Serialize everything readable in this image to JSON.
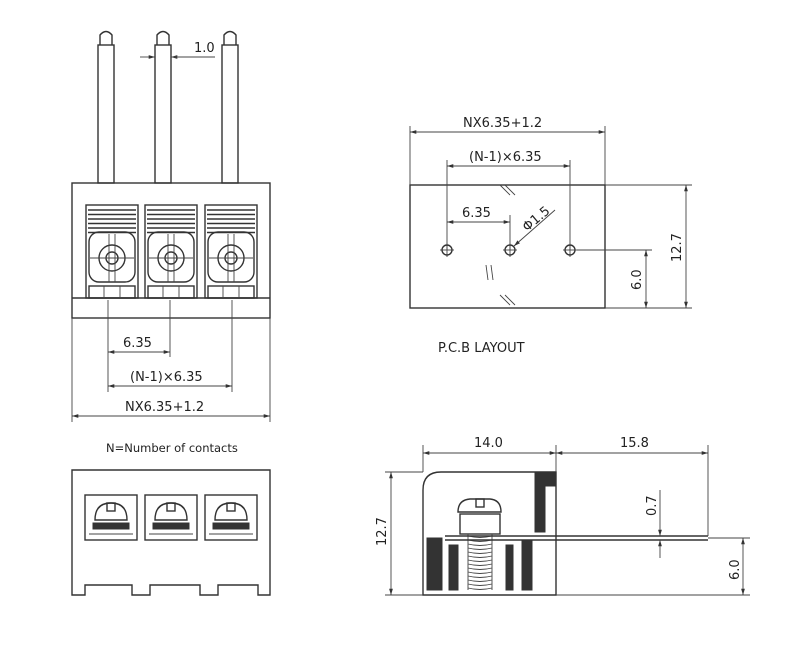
{
  "front_view": {
    "pin_gap": "1.0",
    "pitch": "6.35",
    "span": "(N-1)×6.35",
    "overall": "NX6.35+1.2",
    "note": "N=Number of contacts"
  },
  "pcb_layout": {
    "title": "P.C.B LAYOUT",
    "overall": "NX6.35+1.2",
    "span": "(N-1)×6.35",
    "pitch": "6.35",
    "hole_diameter": "Φ1.5",
    "height": "12.7",
    "hole_offset": "6.0"
  },
  "side_view": {
    "body_depth": "14.0",
    "pin_length": "15.8",
    "height": "12.7",
    "pin_thickness": "0.7",
    "pin_height": "6.0"
  }
}
